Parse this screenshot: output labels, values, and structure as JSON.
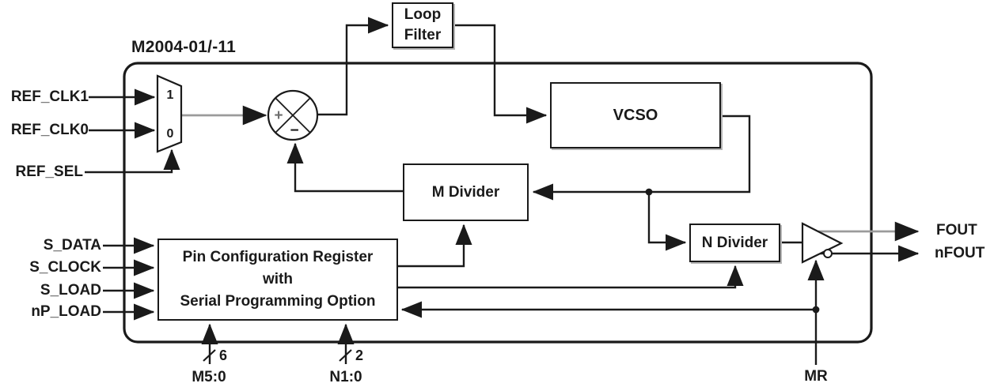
{
  "title": "M2004-01/-11",
  "pins": {
    "left": [
      {
        "label": "REF_CLK1"
      },
      {
        "label": "REF_CLK0"
      },
      {
        "label": "REF_SEL"
      },
      {
        "label": "S_DATA"
      },
      {
        "label": "S_CLOCK"
      },
      {
        "label": "S_LOAD"
      },
      {
        "label": "nP_LOAD"
      }
    ],
    "right": [
      {
        "label": "FOUT"
      },
      {
        "label": "nFOUT"
      }
    ],
    "bottom": {
      "m_bus_label": "M5:0",
      "m_bus_width": "6",
      "n_bus_label": "N1:0",
      "n_bus_width": "2",
      "mr_label": "MR"
    }
  },
  "blocks": {
    "loop_filter_line1": "Loop",
    "loop_filter_line2": "Filter",
    "vcso": "VCSO",
    "m_divider": "M Divider",
    "n_divider": "N Divider",
    "register_line1": "Pin Configuration Register",
    "register_line2": "with",
    "register_line3": "Serial Programming Option"
  },
  "mux": {
    "in1": "1",
    "in0": "0"
  },
  "phase_detector": {
    "plus": "+",
    "minus": "−"
  },
  "colors": {
    "ink": "#1a1a1a",
    "gray_wire": "#9b9b9b",
    "background": "#ffffff"
  }
}
